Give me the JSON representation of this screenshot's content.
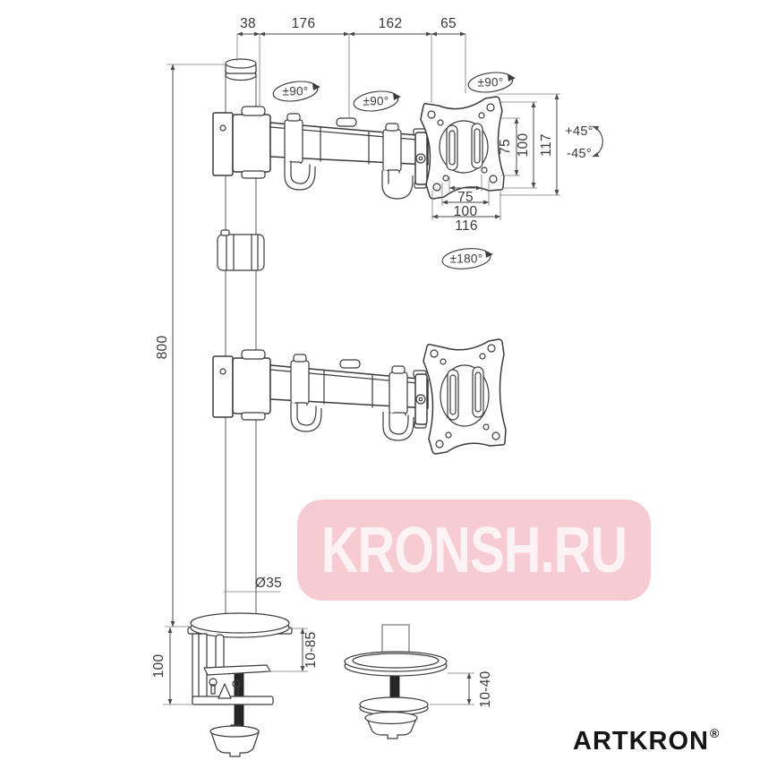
{
  "labels": {
    "d38": "38",
    "d176": "176",
    "d162": "162",
    "d65": "65",
    "rot90_base": "±90°",
    "rot90_mid": "±90°",
    "rot90_head": "±90°",
    "tilt_up": "+45°",
    "tilt_down": "-45°",
    "rot180": "±180°",
    "vesa_v75": "75",
    "vesa_v100": "100",
    "vesa_v117": "117",
    "vesa_h75": "75",
    "vesa_h100": "100",
    "vesa_h116": "116",
    "pole_height": "800",
    "pole_dia": "Ø35",
    "clamp_height": "100",
    "clamp_range": "10-85",
    "grommet_range": "10-40"
  },
  "watermark": {
    "text": "KRONSH.RU"
  },
  "brand": {
    "name": "ARTKRON",
    "registered": "®"
  },
  "colors": {
    "line": "#3a3a3a",
    "dimension": "#4a4a4a",
    "pole_line": "#8a8a8a",
    "watermark_bg": "#f6ccd2",
    "watermark_text": "#fdf3f4",
    "brand_text": "#151515"
  }
}
